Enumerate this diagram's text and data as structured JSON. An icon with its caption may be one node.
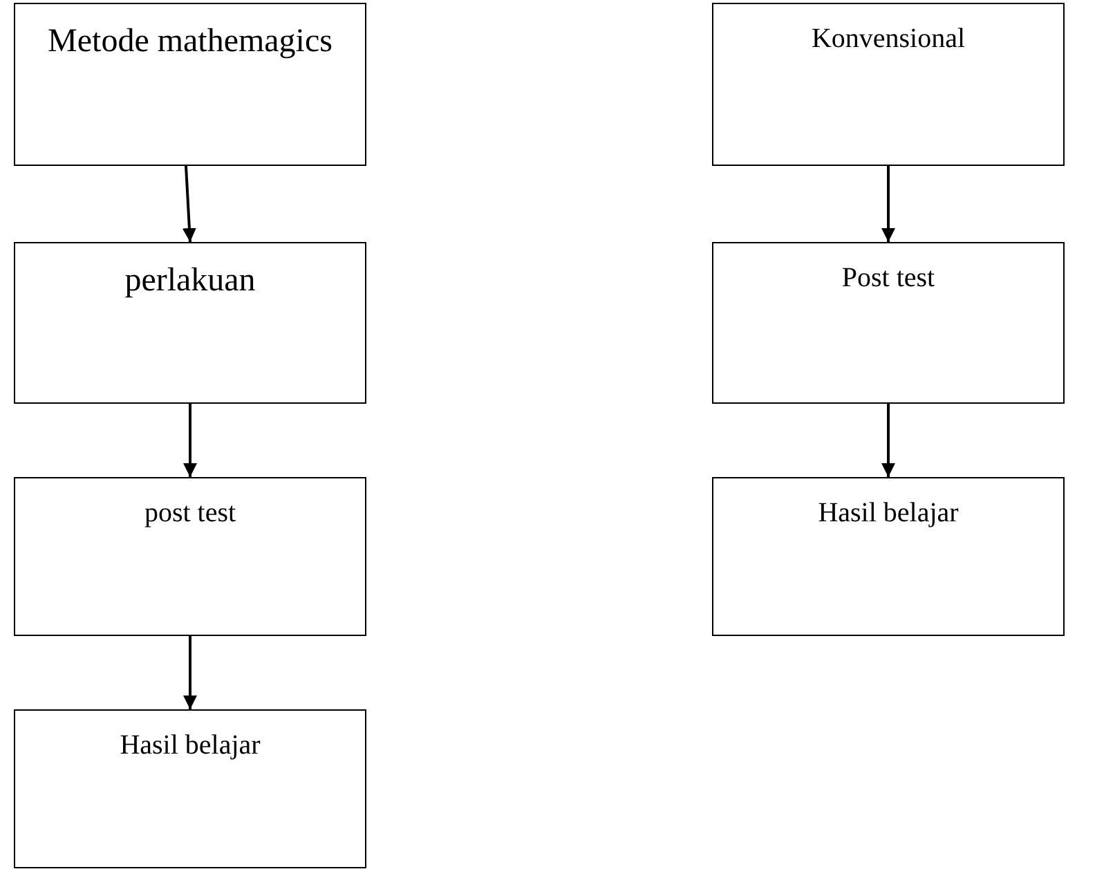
{
  "diagram": {
    "nodes": [
      {
        "text": [
          "Metode mathemagics"
        ]
      },
      {
        "text": [
          "perlakuan"
        ]
      },
      {
        "text": [
          "post test"
        ]
      },
      {
        "text": [
          "Hasil belajar"
        ]
      },
      {
        "text": [
          "Konvensional"
        ]
      },
      {
        "text": [
          "Post test"
        ]
      },
      {
        "text": [
          "Hasil belajar"
        ]
      }
    ],
    "edges": [
      {
        "from": 0,
        "to": 1,
        "arrow": "to"
      },
      {
        "from": 1,
        "to": 2,
        "arrow": "to"
      },
      {
        "from": 2,
        "to": 3,
        "arrow": "to"
      },
      {
        "from": 4,
        "to": 5,
        "arrow": "to"
      },
      {
        "from": 5,
        "to": 6,
        "arrow": "to"
      }
    ]
  }
}
